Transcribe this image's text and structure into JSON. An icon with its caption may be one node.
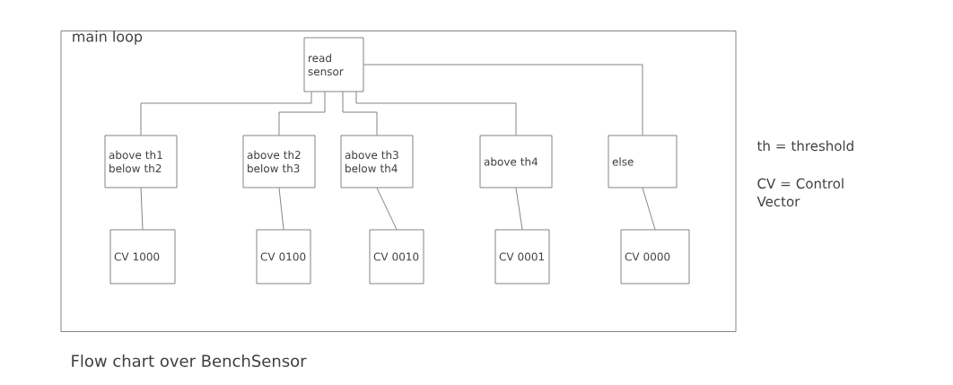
{
  "diagram": {
    "caption": "Flow chart over BenchSensor",
    "nodes": [
      {
        "text": [
          "main loop"
        ]
      },
      {
        "text": [
          "read sensor"
        ],
        "in": 0
      },
      {
        "text": [
          "above th1 below th2"
        ],
        "in": 0
      },
      {
        "text": [
          "above th2 below th3"
        ],
        "in": 0
      },
      {
        "text": [
          "above th3 below th4"
        ],
        "in": 0
      },
      {
        "text": [
          "above th4"
        ],
        "in": 0
      },
      {
        "text": [
          "else"
        ],
        "in": 0
      },
      {
        "text": [
          "CV 1000"
        ],
        "in": 0
      },
      {
        "text": [
          "CV 0100"
        ],
        "in": 0
      },
      {
        "text": [
          "CV 0010"
        ],
        "in": 0
      },
      {
        "text": [
          "CV 0001"
        ],
        "in": 0
      },
      {
        "text": [
          "CV 0000"
        ],
        "in": 0
      }
    ],
    "edges": [
      {
        "from": 1,
        "to": 2,
        "arrow": "none"
      },
      {
        "from": 1,
        "to": 3,
        "arrow": "none"
      },
      {
        "from": 1,
        "to": 4,
        "arrow": "none"
      },
      {
        "from": 1,
        "to": 5,
        "arrow": "none"
      },
      {
        "from": 1,
        "to": 6,
        "arrow": "none"
      },
      {
        "from": 2,
        "to": 7,
        "arrow": "none"
      },
      {
        "from": 3,
        "to": 8,
        "arrow": "none"
      },
      {
        "from": 4,
        "to": 9,
        "arrow": "none"
      },
      {
        "from": 5,
        "to": 10,
        "arrow": "none"
      },
      {
        "from": 6,
        "to": 11,
        "arrow": "none"
      }
    ],
    "labels": [
      "th = threshold",
      "CV = Control Vector"
    ]
  }
}
